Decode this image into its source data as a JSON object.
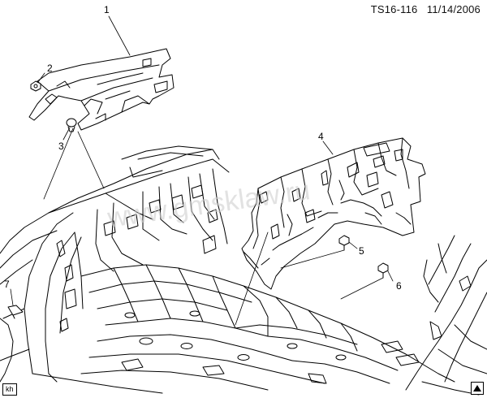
{
  "header": {
    "diagram_id": "TS16-116",
    "date": "11/14/2006"
  },
  "watermark": "www.gmsklaw.ru",
  "callouts": [
    "1",
    "2",
    "3",
    "4",
    "5",
    "6",
    "7"
  ],
  "footer": {
    "artist_tag": "kh"
  }
}
